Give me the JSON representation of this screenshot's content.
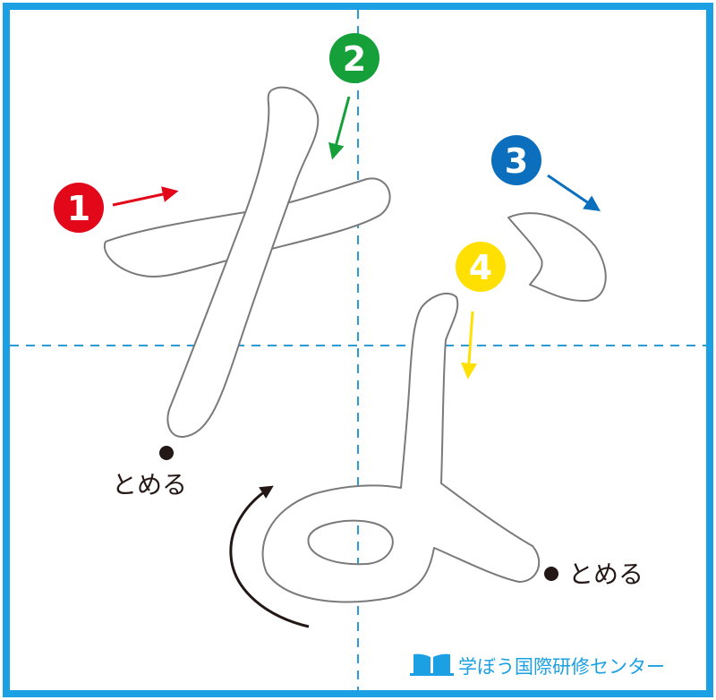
{
  "colors": {
    "frame": "#1aa0e3",
    "guide": "#2b9bd6",
    "outline": "#7a7a7a",
    "step1": "#e2081a",
    "step2": "#16a03a",
    "step3": "#0b6fbd",
    "step4": "#ffe000",
    "ink": "#231815",
    "logo": "#1aa0e3"
  },
  "steps": [
    {
      "number": "1",
      "color_key": "step1"
    },
    {
      "number": "2",
      "color_key": "step2"
    },
    {
      "number": "3",
      "color_key": "step3"
    },
    {
      "number": "4",
      "color_key": "step4"
    }
  ],
  "labels": {
    "tome_left": "とめる",
    "tome_right": "とめる"
  },
  "logo": {
    "text": "学ぼう国際研修センター",
    "icon": "open-book-icon"
  }
}
